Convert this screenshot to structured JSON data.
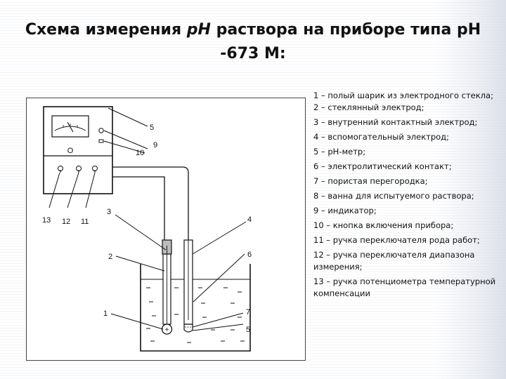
{
  "title": {
    "prefix": "Схема измерения ",
    "italic": "pH",
    "suffix": " раствора на приборе типа pH -673 М:"
  },
  "diagram": {
    "meter_dial_mark": "О",
    "callouts": {
      "1": "1",
      "2": "2",
      "3": "3",
      "4": "4",
      "5": "5",
      "5b": "5",
      "6": "6",
      "7": "7",
      "9": "9",
      "10": "10",
      "11": "11",
      "12": "12",
      "13": "13"
    }
  },
  "legend": [
    "1 – полый шарик из электродного стекла; 2 – стеклянный электрод;",
    "3 – внутренний контактный электрод;",
    "4 – вспомогательный электрод;",
    "5 – pH-метр;",
    "6 – электролитический контакт;",
    "7 – пористая перегородка;",
    "8 – ванна для испытуемого раствора;",
    "9 – индикатор;",
    "10 – кнопка включения прибора;",
    "11 – ручка переключателя рода работ;",
    "12 – ручка переключателя диапазона измерения;",
    "13 – ручка потенциометра температурной компенсации"
  ]
}
